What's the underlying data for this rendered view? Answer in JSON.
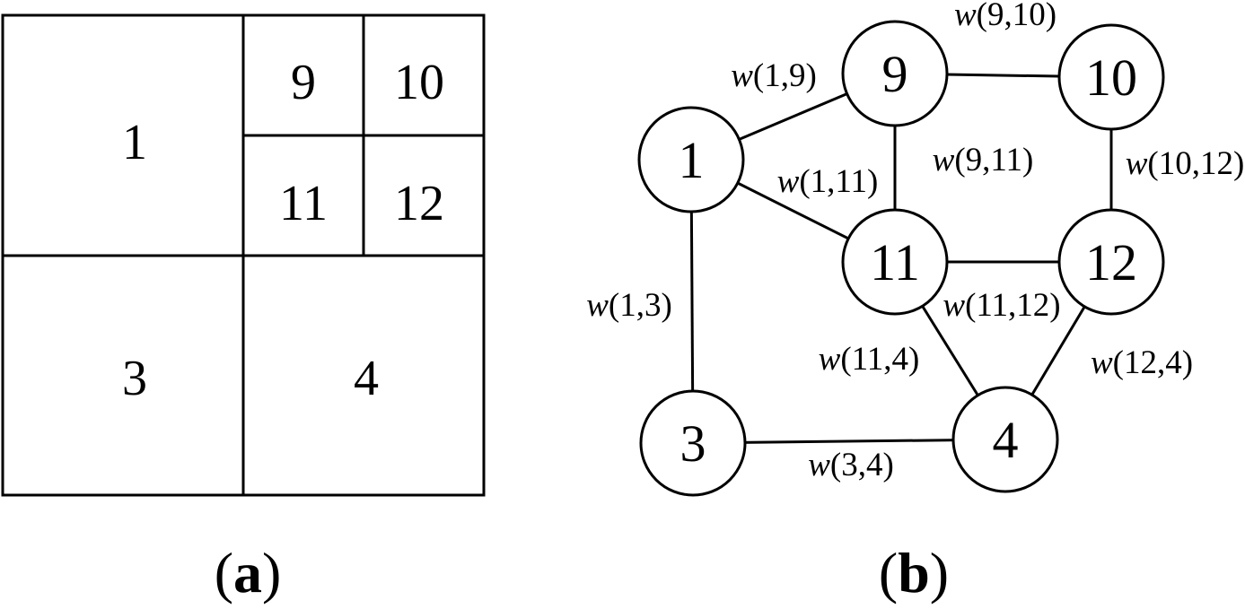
{
  "panel_a": {
    "cells": [
      {
        "label": "1"
      },
      {
        "label": "9"
      },
      {
        "label": "10"
      },
      {
        "label": "11"
      },
      {
        "label": "12"
      },
      {
        "label": "3"
      },
      {
        "label": "4"
      }
    ],
    "caption": {
      "open": "(",
      "letter": "a",
      "close": ")"
    }
  },
  "panel_b": {
    "nodes": [
      {
        "id": "1",
        "label": "1"
      },
      {
        "id": "9",
        "label": "9"
      },
      {
        "id": "10",
        "label": "10"
      },
      {
        "id": "11",
        "label": "11"
      },
      {
        "id": "12",
        "label": "12"
      },
      {
        "id": "3",
        "label": "3"
      },
      {
        "id": "4",
        "label": "4"
      }
    ],
    "edges": [
      {
        "from": "1",
        "to": "9",
        "w": "w",
        "args": "(1,9)"
      },
      {
        "from": "9",
        "to": "10",
        "w": "w",
        "args": "(9,10)"
      },
      {
        "from": "1",
        "to": "11",
        "w": "w",
        "args": "(1,11)"
      },
      {
        "from": "9",
        "to": "11",
        "w": "w",
        "args": "(9,11)"
      },
      {
        "from": "10",
        "to": "12",
        "w": "w",
        "args": "(10,12)"
      },
      {
        "from": "11",
        "to": "12",
        "w": "w",
        "args": "(11,12)"
      },
      {
        "from": "1",
        "to": "3",
        "w": "w",
        "args": "(1,3)"
      },
      {
        "from": "11",
        "to": "4",
        "w": "w",
        "args": "(11,4)"
      },
      {
        "from": "12",
        "to": "4",
        "w": "w",
        "args": "(12,4)"
      },
      {
        "from": "3",
        "to": "4",
        "w": "w",
        "args": "(3,4)"
      }
    ],
    "caption": {
      "open": "(",
      "letter": "b",
      "close": ")"
    }
  }
}
